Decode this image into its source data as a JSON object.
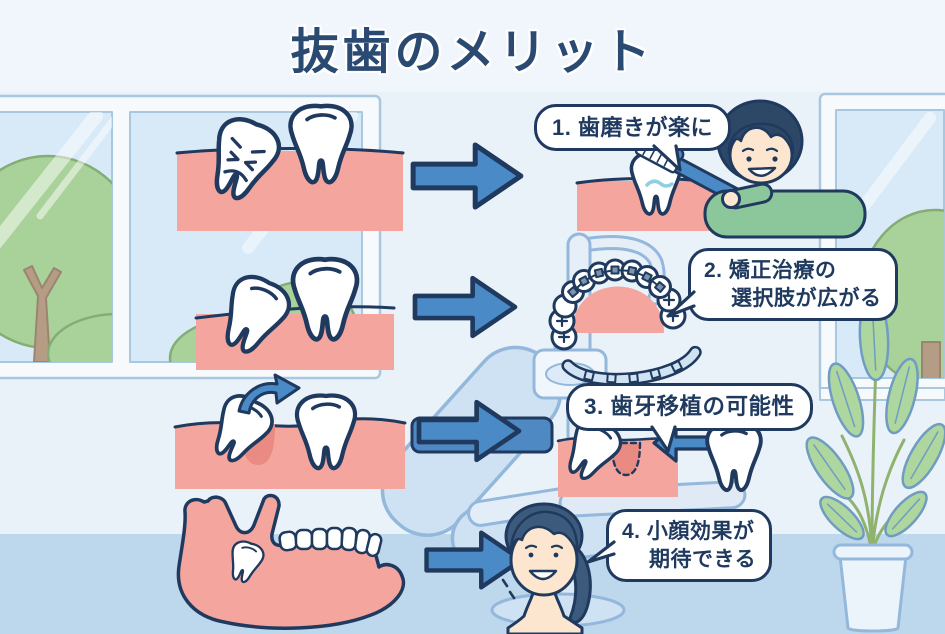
{
  "title": "抜歯のメリット",
  "benefits": [
    {
      "id": 1,
      "bubble_line1": "1. 歯磨きが楽に",
      "bubble_line2": "",
      "before_illustration": "crowded-wisdom-tooth-pressing-neighbor",
      "after_illustration": "boy-brushing-large-clean-tooth"
    },
    {
      "id": 2,
      "bubble_line1": "2. 矯正治療の",
      "bubble_line2": "選択肢が広がる",
      "before_illustration": "leaning-wisdom-tooth-against-molar",
      "after_illustration": "upper-arch-with-braces-and-wire-retainer"
    },
    {
      "id": 3,
      "bubble_line1": "3. 歯牙移植の可能性",
      "bubble_line2": "",
      "before_illustration": "extracted-tooth-with-socket-and-curved-arrow",
      "after_illustration": "donor-tooth-moving-into-dashed-socket"
    },
    {
      "id": 4,
      "bubble_line1": "4. 小顔効果が",
      "bubble_line2": "期待できる",
      "before_illustration": "jawbone-with-impacted-wisdom-tooth",
      "after_illustration": "smiling-woman-slimmer-jawline"
    }
  ],
  "icons": {
    "right_arrow": "thick-right-arrow",
    "curved_arrow": "curved-up-right-arrow",
    "left_arrow": "thick-left-arrow"
  },
  "colors": {
    "navy": "#1f3a5e",
    "title": "#2a4a72",
    "arrow": "#4a8ac6",
    "gum": "#f4a69e",
    "gumdark": "#e98b82",
    "wall": "#e9f1f9",
    "floor": "#bdd7ec",
    "glass": "#d8eaf8",
    "frame": "#f6fafd",
    "frameline": "#aac7e0",
    "tree": "#a9d29a",
    "treeline": "#84ad74",
    "trunk": "#b59d85",
    "trunkline": "#9b8570",
    "leaf": "#aed7a0",
    "leafline": "#6f9cc0",
    "pot": "#ebf3fb",
    "chair": "#cfe2f3",
    "chairline": "#93b8dc",
    "chairdark": "#4f89c3",
    "skin": "#fce6d0",
    "boyhair": "#2c4866",
    "shirt": "#8cc79b",
    "womanhair": "#3c5a7c",
    "brush": "#4a8ac6",
    "bracket": "#7d93ad",
    "wirelight": "#cfe3f2",
    "sparkle": "#8ecfe3",
    "bubblebg": "#ffffff"
  }
}
